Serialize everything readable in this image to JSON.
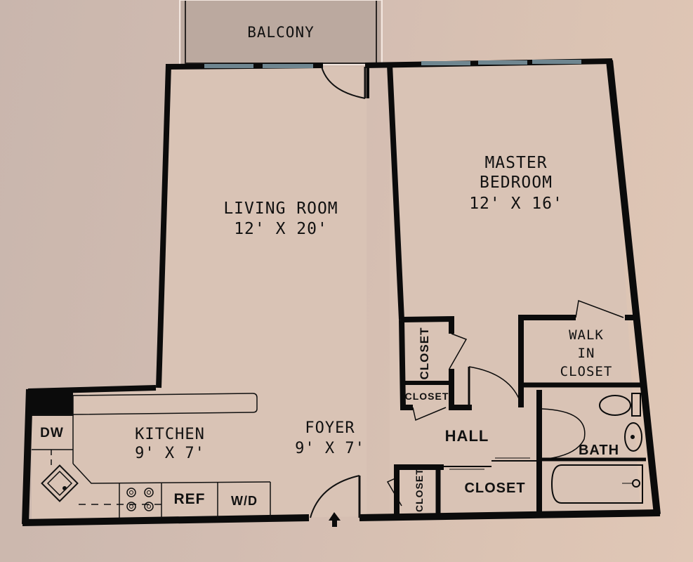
{
  "floorplan": {
    "colors": {
      "paper": "#d6bfb2",
      "wall": "#0b0b0b",
      "window": "#6f8690",
      "balcony": "#b3a39a",
      "text": "#111111"
    },
    "rooms": {
      "balcony": {
        "name": "BALCONY"
      },
      "living_room": {
        "name": "LIVING ROOM",
        "size": "12' X 20'"
      },
      "master_bedroom": {
        "name": "MASTER\nBEDROOM",
        "size": "12' X 16'"
      },
      "kitchen": {
        "name": "KITCHEN",
        "size": "9' X 7'"
      },
      "foyer": {
        "name": "FOYER",
        "size": "9' X 7'"
      },
      "hall": {
        "name": "HALL"
      },
      "walk_in_closet": {
        "name": "WALK\nIN\nCLOSET"
      },
      "bath": {
        "name": "BATH"
      },
      "closet_bedroom_upper": {
        "name": "CLOSET"
      },
      "closet_bedroom_lower": {
        "name": "CLOSET"
      },
      "closet_foyer_small": {
        "name": "CLOSET"
      },
      "closet_hall": {
        "name": "CLOSET"
      }
    },
    "appliances": {
      "dishwasher": "DW",
      "refrigerator": "REF",
      "washer_dryer": "W/D"
    },
    "entry_arrow": "entry-arrow-icon"
  }
}
